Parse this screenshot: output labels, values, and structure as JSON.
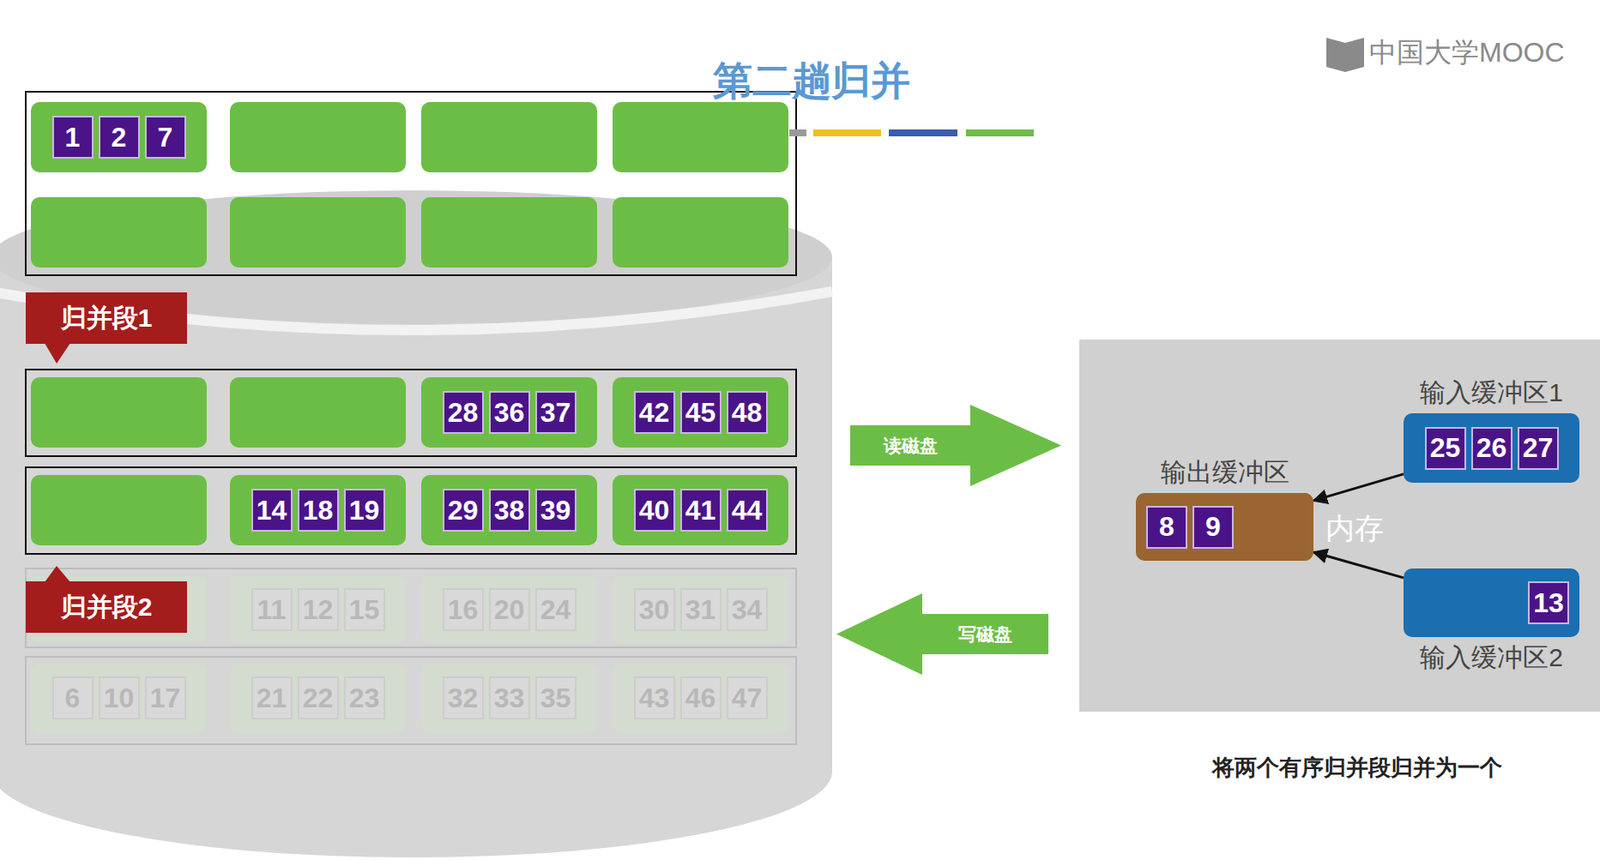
{
  "diagram": {
    "title": "第二趟归并",
    "caption": "将两个有序归并段归并为一个",
    "nodes": [
      {
        "text": [
          "1",
          "2",
          "7"
        ]
      },
      {
        "text": [
          "归并段1"
        ]
      },
      {
        "text": [
          "28",
          "36",
          "37"
        ]
      },
      {
        "text": [
          "42",
          "45",
          "48"
        ]
      },
      {
        "text": [
          "14",
          "18",
          "19"
        ]
      },
      {
        "text": [
          "29",
          "38",
          "39"
        ]
      },
      {
        "text": [
          "40",
          "41",
          "44"
        ]
      },
      {
        "text": [
          "归并段2"
        ]
      },
      {
        "text": [
          "11",
          "12",
          "15"
        ]
      },
      {
        "text": [
          "16",
          "20",
          "24"
        ]
      },
      {
        "text": [
          "30",
          "31",
          "34"
        ]
      },
      {
        "text": [
          "6",
          "10",
          "17"
        ]
      },
      {
        "text": [
          "21",
          "22",
          "23"
        ]
      },
      {
        "text": [
          "32",
          "33",
          "35"
        ]
      },
      {
        "text": [
          "43",
          "46",
          "47"
        ]
      },
      {
        "text": [
          "读磁盘"
        ]
      },
      {
        "text": [
          "写磁盘"
        ]
      },
      {
        "text": [
          "内存"
        ]
      },
      {
        "text": [
          "输入缓冲区1",
          "25",
          "26",
          "27"
        ],
        "in": 17
      },
      {
        "text": [
          "输出缓冲区",
          "8",
          "9"
        ],
        "in": 17
      },
      {
        "text": [
          "13",
          "输入缓冲区2"
        ],
        "in": 17
      }
    ],
    "edges": [
      {
        "from": 18,
        "to": 19,
        "arrow": "to"
      },
      {
        "from": 20,
        "to": 19,
        "arrow": "to"
      }
    ],
    "labels": [
      "中国大学MOOC"
    ]
  }
}
